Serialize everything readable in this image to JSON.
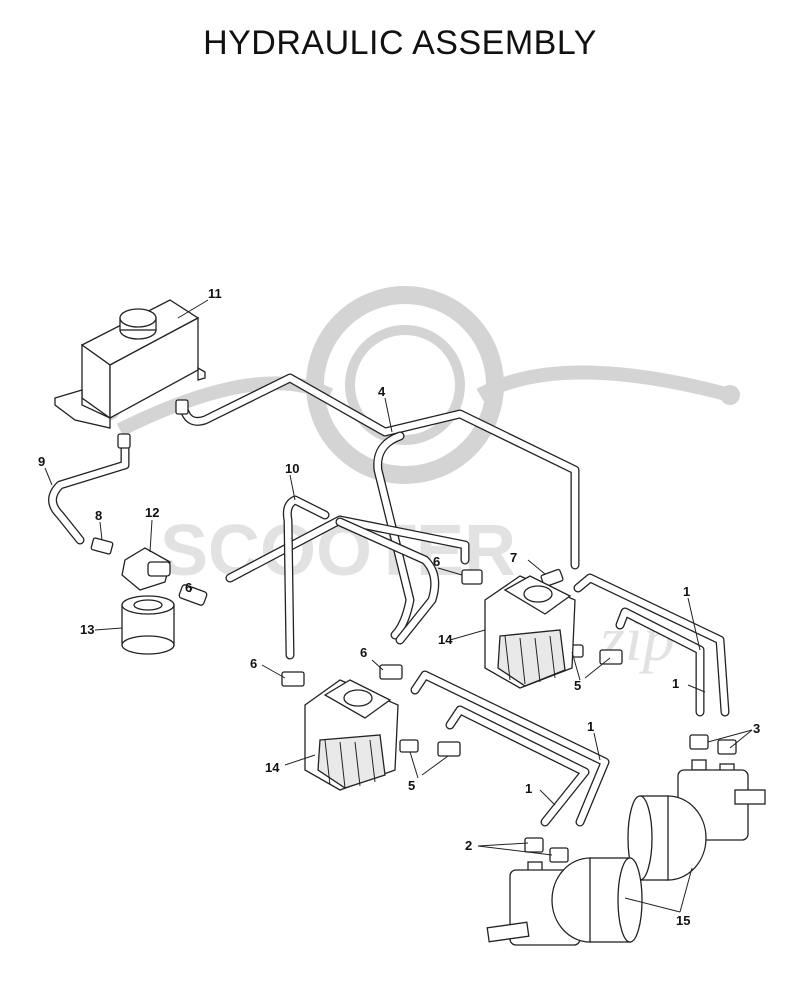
{
  "title": "HYDRAULIC ASSEMBLY",
  "watermark": {
    "text": "SCOOTER",
    "suffix": "zip"
  },
  "colors": {
    "line": "#222222",
    "watermark": "#d6d6d6",
    "background": "#ffffff"
  },
  "callouts": [
    "1",
    "2",
    "3",
    "4",
    "5",
    "6",
    "7",
    "8",
    "9",
    "10",
    "11",
    "12",
    "13",
    "14",
    "15"
  ]
}
